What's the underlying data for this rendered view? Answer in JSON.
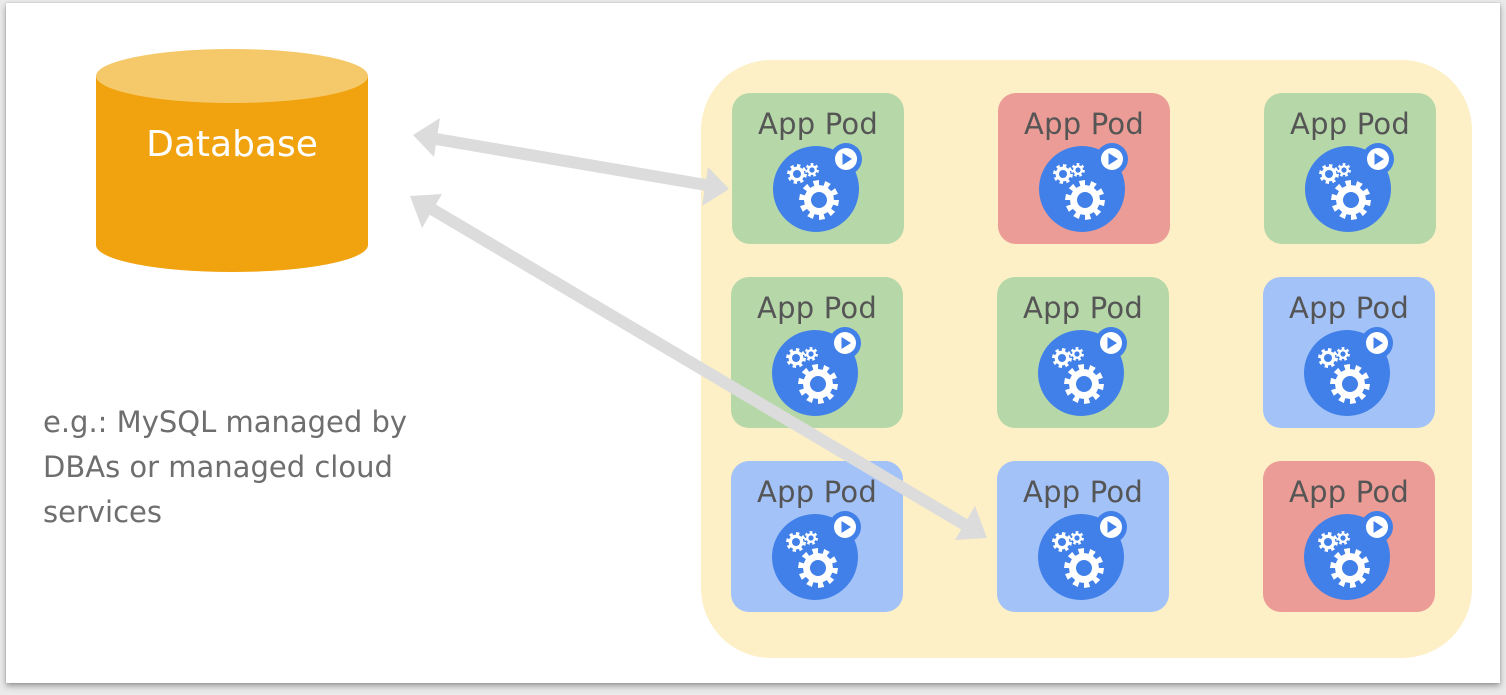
{
  "database": {
    "label": "Database",
    "color": "#f0a30f",
    "top_color": "#f5c96a"
  },
  "note": {
    "lines": [
      "e.g.: MySQL managed by",
      "DBAs or managed cloud",
      "services"
    ]
  },
  "colors": {
    "cluster": "#fdefc6",
    "pod_green": "#b6d8a8",
    "pod_red": "#eb9c96",
    "pod_blue": "#a3c2f8",
    "icon_blue": "#4180e9",
    "arrow_gray": "#dcdcdc"
  },
  "icons": {
    "pod": "app-gears-play-icon"
  },
  "pods": [
    {
      "label": "App Pod",
      "status": "green"
    },
    {
      "label": "App Pod",
      "status": "red"
    },
    {
      "label": "App Pod",
      "status": "green"
    },
    {
      "label": "App Pod",
      "status": "green"
    },
    {
      "label": "App Pod",
      "status": "green"
    },
    {
      "label": "App Pod",
      "status": "blue"
    },
    {
      "label": "App Pod",
      "status": "blue"
    },
    {
      "label": "App Pod",
      "status": "blue"
    },
    {
      "label": "App Pod",
      "status": "red"
    }
  ]
}
